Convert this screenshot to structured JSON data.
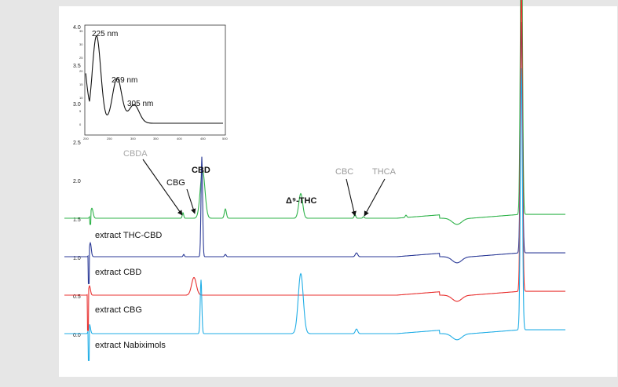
{
  "chart_data": [
    {
      "type": "line",
      "title": "",
      "xlabel": "",
      "ylabel": "",
      "ylim": [
        0.0,
        4.0
      ],
      "yticks": [
        "0.0",
        "0.5",
        "1.0",
        "1.5",
        "2.0",
        "2.5",
        "3.0",
        "3.5",
        "4.0"
      ],
      "grid": false,
      "series": [
        {
          "name": "extract THC-CBD",
          "color": "#2fb34a",
          "baseline": 1.5,
          "label": "extract THC-CBD"
        },
        {
          "name": "extract CBD",
          "color": "#2b3a97",
          "baseline": 1.0,
          "label": "extract CBD"
        },
        {
          "name": "extract CBG",
          "color": "#e8302f",
          "baseline": 0.5,
          "label": "extract CBG"
        },
        {
          "name": "extract Nabiximols",
          "color": "#22aee6",
          "baseline": 0.0,
          "label": "extract Nabiximols"
        }
      ],
      "annotations": [
        {
          "text": "CBDA",
          "color": "#a6a6a6"
        },
        {
          "text": "CBG",
          "color": "#111111"
        },
        {
          "text": "CBD",
          "color": "#111111"
        },
        {
          "text": "Δ⁹-THC",
          "color": "#111111"
        },
        {
          "text": "CBC",
          "color": "#9b9b9b"
        },
        {
          "text": "THCA",
          "color": "#9b9b9b"
        }
      ]
    },
    {
      "type": "line",
      "title": "UV spectrum (inset)",
      "xticks": [
        "200",
        "250",
        "300",
        "350",
        "400",
        "450",
        "500"
      ],
      "yticks": [
        "0",
        "5",
        "10",
        "15",
        "20",
        "25",
        "30",
        "35"
      ],
      "xlim": [
        200,
        500
      ],
      "ylim": [
        0,
        35
      ],
      "peaks": [
        {
          "label": "225 nm",
          "x": 225,
          "y": 33
        },
        {
          "label": "269 nm",
          "x": 269,
          "y": 17
        },
        {
          "label": "305 nm",
          "x": 305,
          "y": 7
        }
      ]
    }
  ]
}
